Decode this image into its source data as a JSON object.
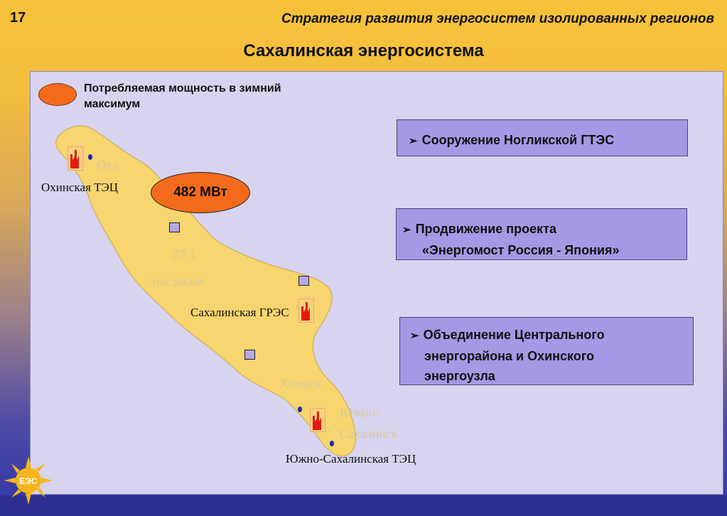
{
  "header": {
    "slide_number": "17",
    "subtitle": "Стратегия развития энергосистем изолированных регионов",
    "title": "Сахалинская энергосистема"
  },
  "legend": {
    "text": "Потребляемая мощность в зимний максимум",
    "color": "#f36a1c"
  },
  "map": {
    "power_value": "482 МВт",
    "area_value": "87.1",
    "area_unit": "тыс.кв.км",
    "labels": {
      "okha_tec": "Охинская ТЭЦ",
      "okha_city": "Оха",
      "sakhalin_gres": "Сахалинская ГРЭС",
      "kholmsk": "Холмск",
      "yuzhno_line1": "Южно-",
      "yuzhno_line2": "Сахалинск",
      "yuzhno_tec": "Южно-Сахалинская ТЭЦ"
    },
    "colors": {
      "island": "#f7d56f",
      "factory": "#e21b12",
      "substation": "#b3a9e6",
      "city_dot": "#1b2ab8"
    }
  },
  "boxes": [
    {
      "text": "Сооружение Ногликской ГТЭС"
    },
    {
      "line1": "Продвижение проекта",
      "line2": "«Энергомост Россия - Япония»"
    },
    {
      "line1": "Объединение Центрального",
      "line2": "энергорайона и Охинского",
      "line3": "энергоузла"
    }
  ],
  "colors": {
    "box_fill": "#a698e4",
    "panel_fill": "#d8d3ee",
    "bottom_bar": "#2f2f92"
  },
  "logo": {
    "icon": "energy-sun-logo",
    "text": "ЕЭС"
  }
}
